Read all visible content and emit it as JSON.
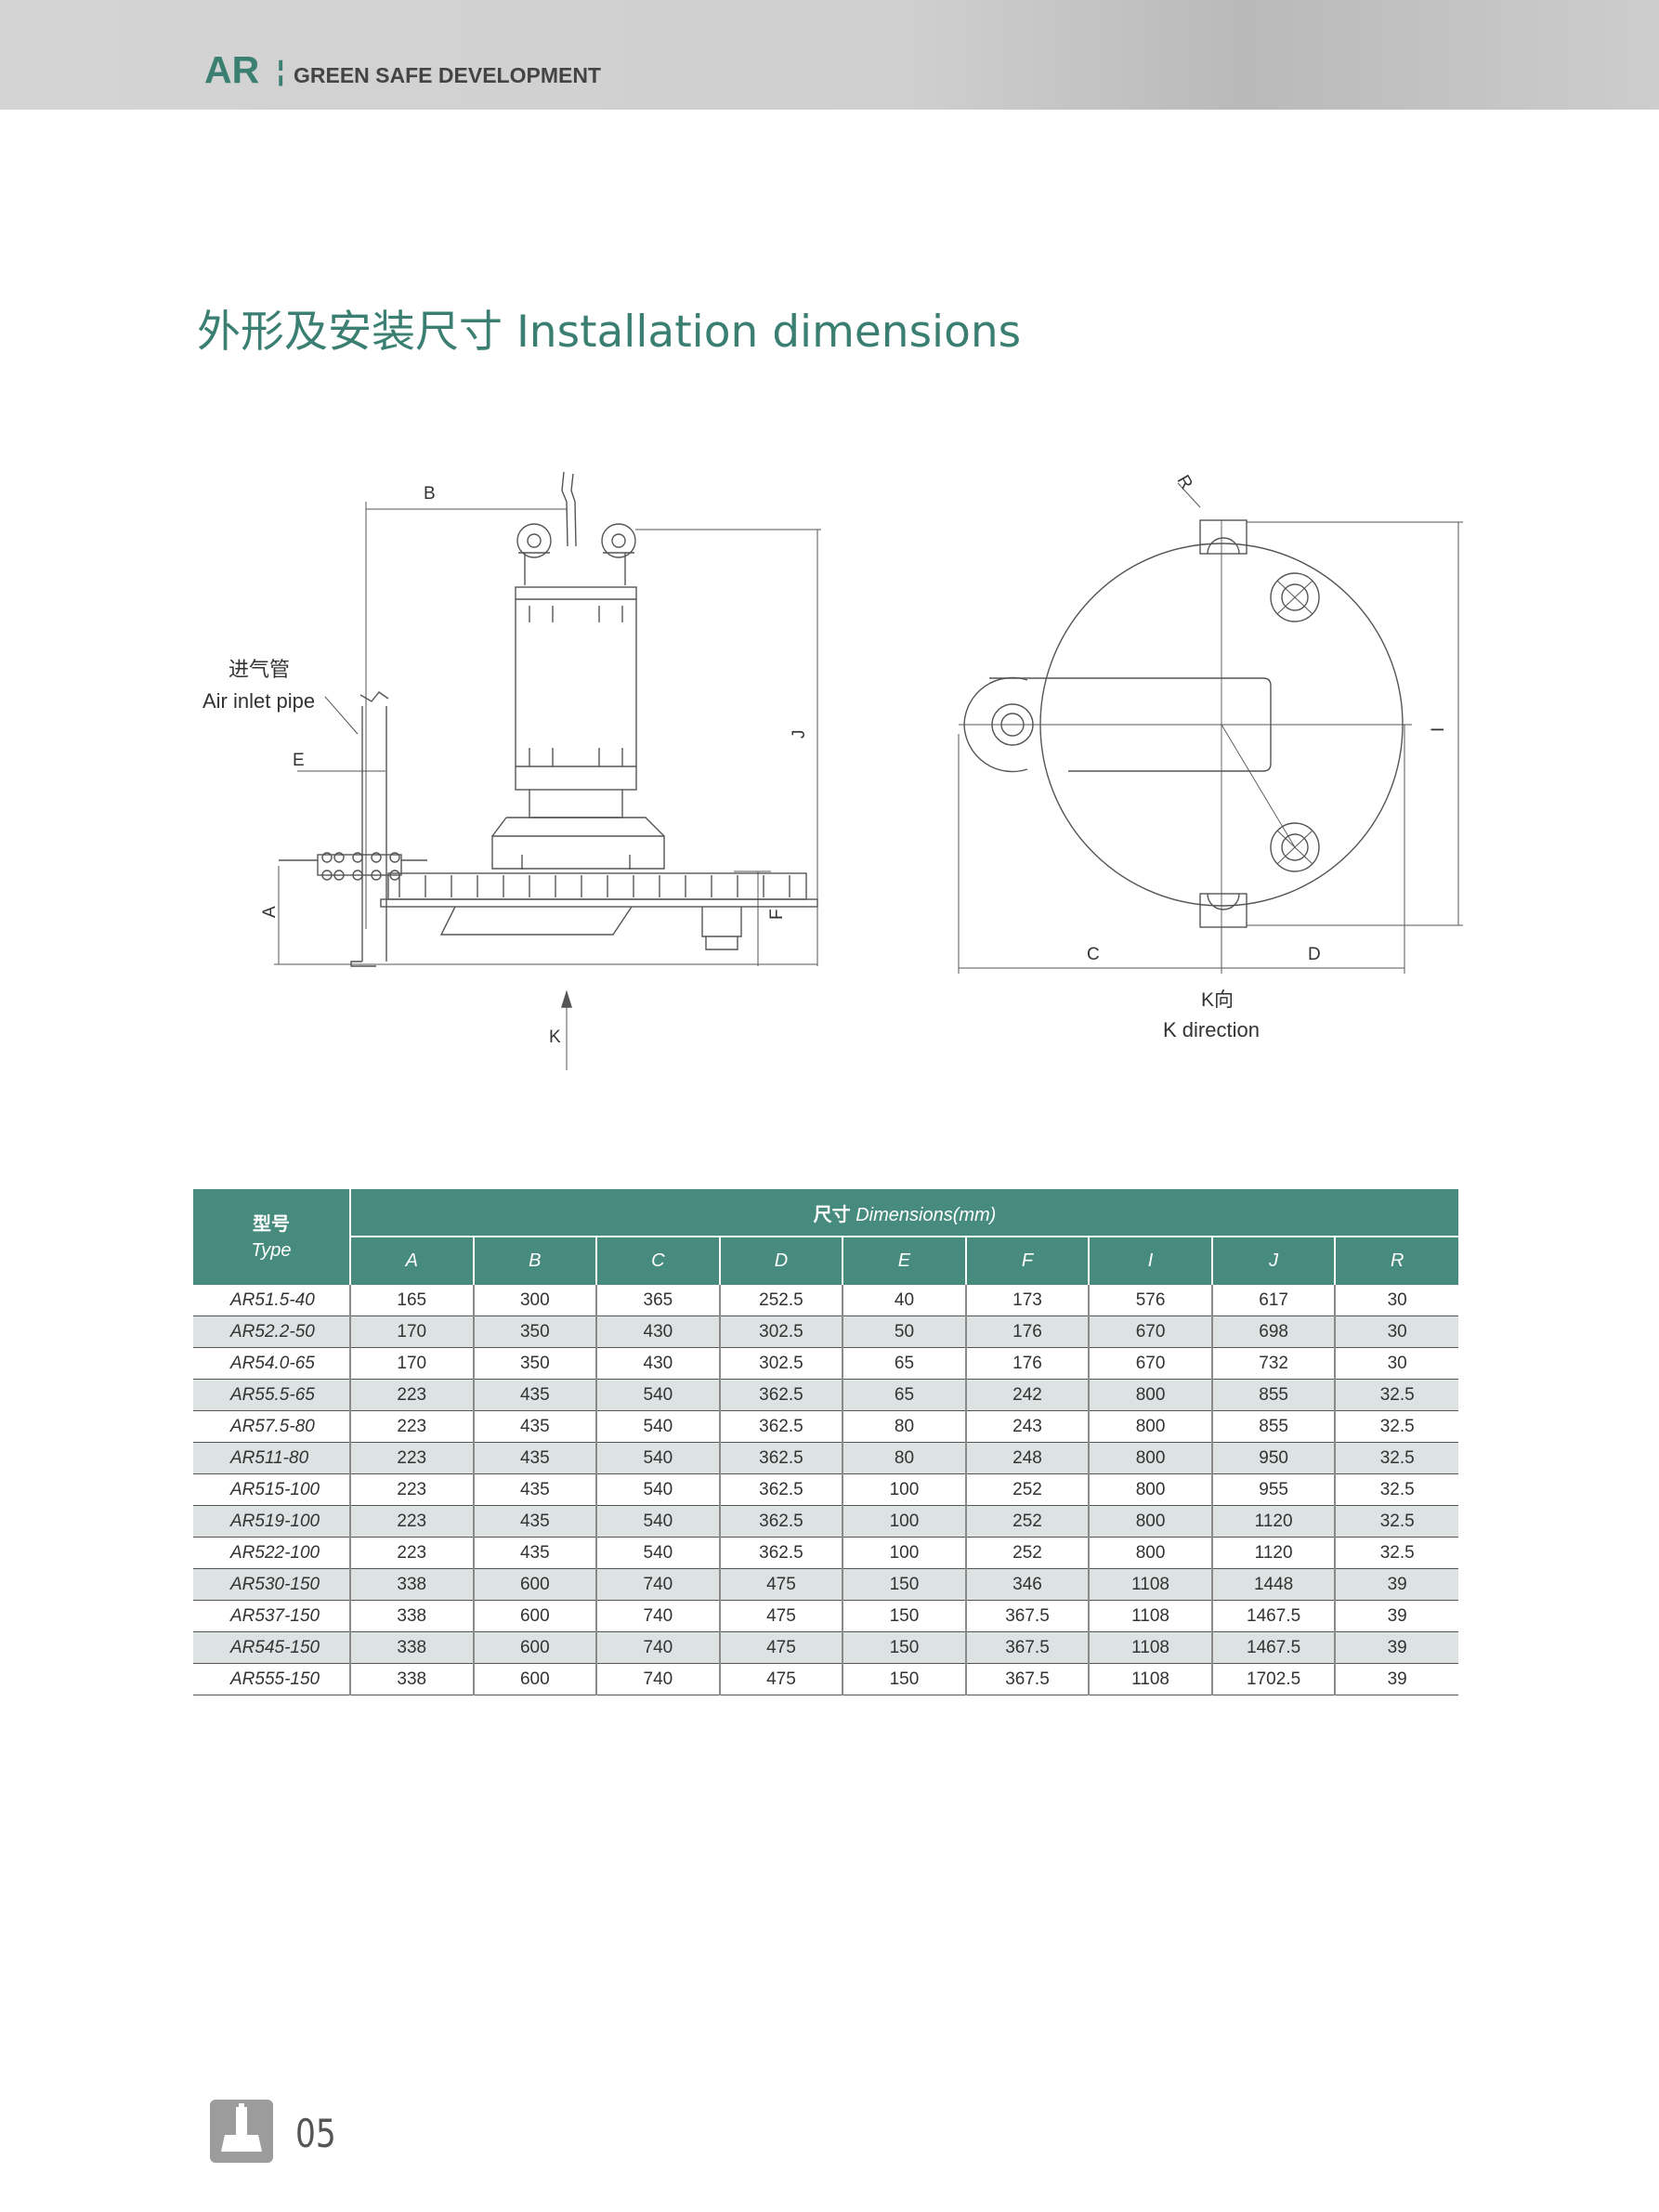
{
  "header": {
    "brand": "AR",
    "brand_mark": "¦",
    "tagline": "GREEN SAFE DEVELOPMENT"
  },
  "page_title": "外形及安装尺寸 Installation dimensions",
  "diagram": {
    "labels": {
      "B": "B",
      "J": "J",
      "A": "A",
      "E": "E",
      "F": "F",
      "K": "K",
      "R": "R",
      "I": "I",
      "C": "C",
      "D": "D",
      "air_inlet_cn": "进气管",
      "air_inlet_en": "Air inlet pipe",
      "k_dir_cn": "K向",
      "k_dir_en": "K direction"
    }
  },
  "table": {
    "type_header_cn": "型号",
    "type_header_en": "Type",
    "dims_header_cn": "尺寸",
    "dims_header_en": "Dimensions(mm)",
    "columns": [
      "A",
      "B",
      "C",
      "D",
      "E",
      "F",
      "I",
      "J",
      "R"
    ],
    "rows": [
      [
        "AR51.5-40",
        "165",
        "300",
        "365",
        "252.5",
        "40",
        "173",
        "576",
        "617",
        "30"
      ],
      [
        "AR52.2-50",
        "170",
        "350",
        "430",
        "302.5",
        "50",
        "176",
        "670",
        "698",
        "30"
      ],
      [
        "AR54.0-65",
        "170",
        "350",
        "430",
        "302.5",
        "65",
        "176",
        "670",
        "732",
        "30"
      ],
      [
        "AR55.5-65",
        "223",
        "435",
        "540",
        "362.5",
        "65",
        "242",
        "800",
        "855",
        "32.5"
      ],
      [
        "AR57.5-80",
        "223",
        "435",
        "540",
        "362.5",
        "80",
        "243",
        "800",
        "855",
        "32.5"
      ],
      [
        "AR511-80",
        "223",
        "435",
        "540",
        "362.5",
        "80",
        "248",
        "800",
        "950",
        "32.5"
      ],
      [
        "AR515-100",
        "223",
        "435",
        "540",
        "362.5",
        "100",
        "252",
        "800",
        "955",
        "32.5"
      ],
      [
        "AR519-100",
        "223",
        "435",
        "540",
        "362.5",
        "100",
        "252",
        "800",
        "1120",
        "32.5"
      ],
      [
        "AR522-100",
        "223",
        "435",
        "540",
        "362.5",
        "100",
        "252",
        "800",
        "1120",
        "32.5"
      ],
      [
        "AR530-150",
        "338",
        "600",
        "740",
        "475",
        "150",
        "346",
        "1108",
        "1448",
        "39"
      ],
      [
        "AR537-150",
        "338",
        "600",
        "740",
        "475",
        "150",
        "367.5",
        "1108",
        "1467.5",
        "39"
      ],
      [
        "AR545-150",
        "338",
        "600",
        "740",
        "475",
        "150",
        "367.5",
        "1108",
        "1467.5",
        "39"
      ],
      [
        "AR555-150",
        "338",
        "600",
        "740",
        "475",
        "150",
        "367.5",
        "1108",
        "1702.5",
        "39"
      ]
    ]
  },
  "footer": {
    "page_number": "05"
  }
}
